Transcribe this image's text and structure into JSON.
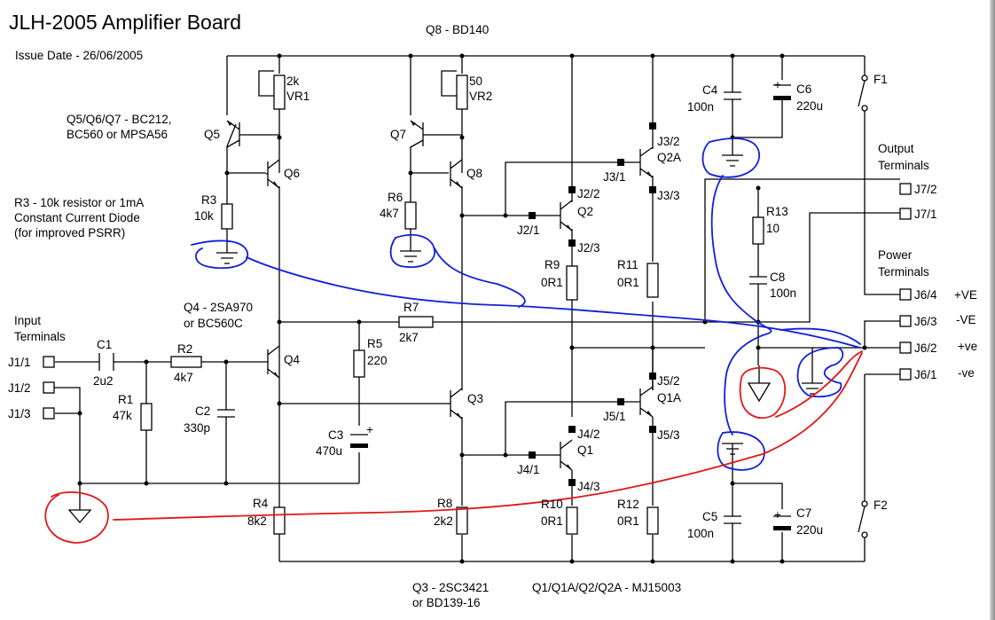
{
  "title": "JLH-2005 Amplifier Board",
  "issue_date": "Issue Date - 26/06/2005",
  "notes": {
    "q8": "Q8 - BD140",
    "q567_line1": "Q5/Q6/Q7 - BC212,",
    "q567_line2": "BC560 or MPSA56",
    "r3_line1": "R3 - 10k resistor or 1mA",
    "r3_line2": "Constant Current Diode",
    "r3_line3": "(for improved PSRR)",
    "q4_line1": "Q4 - 2SA970",
    "q4_line2": "or BC560C",
    "q3_line1": "Q3 - 2SC3421",
    "q3_line2": "or BD139-16",
    "outputs": "Q1/Q1A/Q2/Q2A - MJ15003"
  },
  "sections": {
    "input_1": "Input",
    "input_2": "Terminals",
    "output_1": "Output",
    "output_2": "Terminals",
    "power_1": "Power",
    "power_2": "Terminals"
  },
  "terminals": {
    "j11": "J1/1",
    "j12": "J1/2",
    "j13": "J1/3",
    "j72": "J7/2",
    "j71": "J7/1",
    "j64": "J6/4",
    "j63": "J6/3",
    "j62": "J6/2",
    "j61": "J6/1",
    "pos_VE": "+VE",
    "neg_VE": "-VE",
    "pos_ve": "+ve",
    "neg_ve": "-ve"
  },
  "parts": {
    "vr1": "VR1",
    "vr1v": "2k",
    "vr2": "VR2",
    "vr2v": "50",
    "q5": "Q5",
    "q6": "Q6",
    "q7": "Q7",
    "q8": "Q8",
    "r3": "R3",
    "r3v": "10k",
    "r6": "R6",
    "r6v": "4k7",
    "q2": "Q2",
    "q2a": "Q2A",
    "q1": "Q1",
    "q1a": "Q1A",
    "q3": "Q3",
    "q4": "Q4",
    "j31": "J3/1",
    "j32": "J3/2",
    "j33": "J3/3",
    "j21": "J2/1",
    "j22": "J2/2",
    "j23": "J2/3",
    "j41": "J4/1",
    "j42": "J4/2",
    "j43": "J4/3",
    "j51": "J5/1",
    "j52": "J5/2",
    "j53": "J5/3",
    "r9": "R9",
    "r9v": "0R1",
    "r11": "R11",
    "r11v": "0R1",
    "r10": "R10",
    "r10v": "0R1",
    "r12": "R12",
    "r12v": "0R1",
    "r13": "R13",
    "r13v": "10",
    "c8": "C8",
    "c8v": "100n",
    "c4": "C4",
    "c4v": "100n",
    "c6": "C6",
    "c6v": "220u",
    "c5": "C5",
    "c5v": "100n",
    "c7": "C7",
    "c7v": "220u",
    "f1": "F1",
    "f2": "F2",
    "r7": "R7",
    "r7v": "2k7",
    "r5": "R5",
    "r5v": "220",
    "c3": "C3",
    "c3v": "470u",
    "c1": "C1",
    "c1v": "2u2",
    "r2": "R2",
    "r2v": "4k7",
    "r1": "R1",
    "r1v": "47k",
    "c2": "C2",
    "c2v": "330p",
    "r4": "R4",
    "r4v": "8k2",
    "r8": "R8",
    "r8v": "2k2"
  },
  "annotation_colors": {
    "blue": "#1020d8",
    "red": "#e01818"
  }
}
